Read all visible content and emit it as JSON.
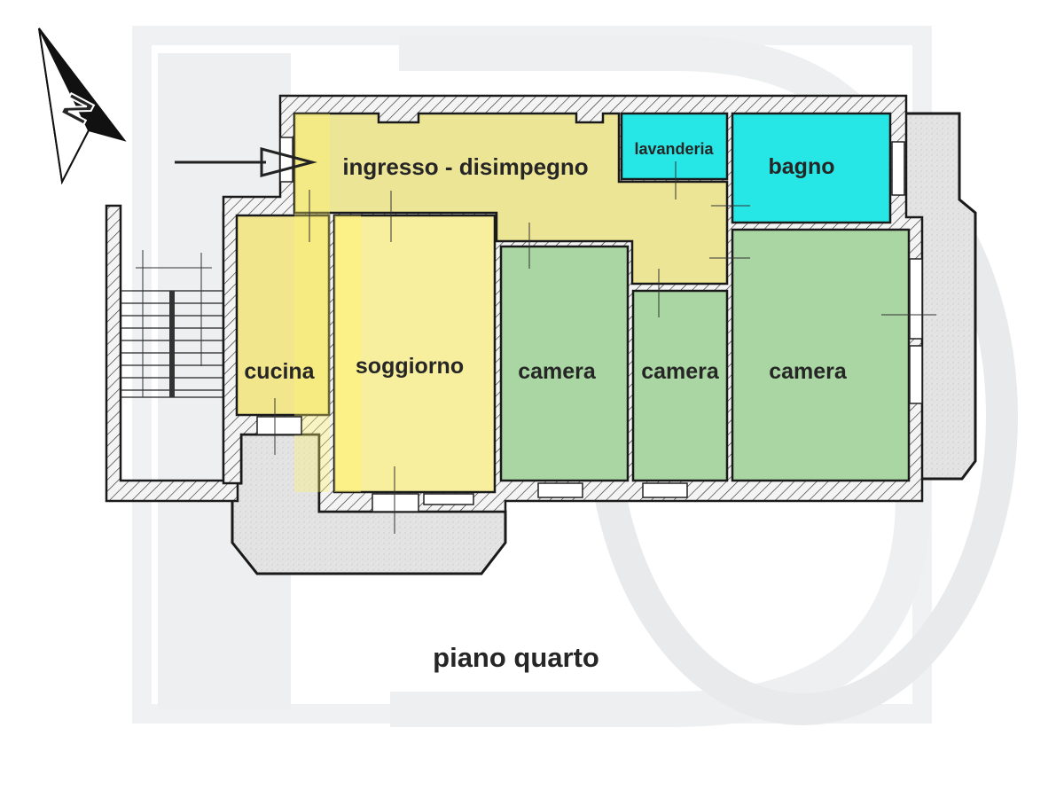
{
  "plan": {
    "floor_label": "piano quarto",
    "compass_label": "N",
    "entrance_arrow": "entrance-arrow",
    "rooms": [
      {
        "id": "ingresso",
        "label": "ingresso - disimpegno",
        "type": "corridor",
        "color": "#ede596"
      },
      {
        "id": "lavanderia",
        "label": "lavanderia",
        "type": "service",
        "color": "#27e6e6"
      },
      {
        "id": "bagno",
        "label": "bagno",
        "type": "bathroom",
        "color": "#27e6e6"
      },
      {
        "id": "cucina",
        "label": "cucina",
        "type": "kitchen",
        "color": "#f2e68c"
      },
      {
        "id": "soggiorno",
        "label": "soggiorno",
        "type": "living",
        "color": "#f7ef9e"
      },
      {
        "id": "camera1",
        "label": "camera",
        "type": "bedroom",
        "color": "#a9d6a2"
      },
      {
        "id": "camera2",
        "label": "camera",
        "type": "bedroom",
        "color": "#a9d6a2"
      },
      {
        "id": "camera3",
        "label": "camera",
        "type": "bedroom",
        "color": "#a9d6a2"
      }
    ],
    "colors": {
      "wall_stroke": "#1a1a1a",
      "balcony": "#e6e6e6",
      "watermark": "#e9ebec",
      "text": "#262626"
    }
  }
}
